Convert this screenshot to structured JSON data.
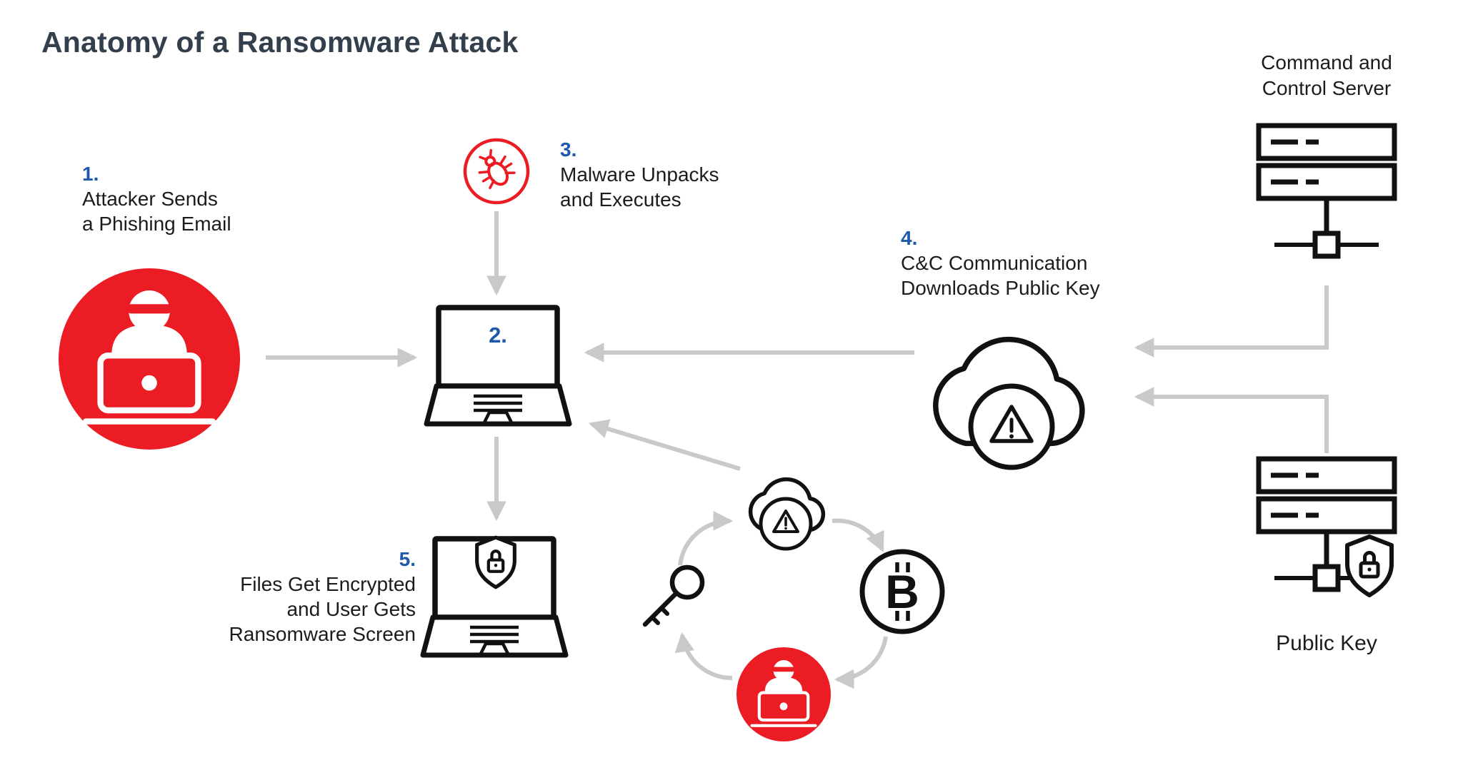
{
  "title": "Anatomy of a Ransomware Attack",
  "steps": {
    "s1": {
      "num": "1.",
      "line1": "Attacker Sends",
      "line2": "a Phishing Email"
    },
    "s2": {
      "num": "2."
    },
    "s3": {
      "num": "3.",
      "line1": "Malware Unpacks",
      "line2": "and Executes"
    },
    "s4": {
      "num": "4.",
      "line1": "C&C Communication",
      "line2": "Downloads Public Key"
    },
    "s5": {
      "num": "5.",
      "line1": "Files Get Encrypted",
      "line2": "and User Gets",
      "line3": "Ransomware Screen"
    }
  },
  "labels": {
    "cc_server_line1": "Command and",
    "cc_server_line2": "Control Server",
    "public_key": "Public Key",
    "bitcoin_symbol": "B"
  },
  "icons": {
    "step1": "attacker-at-laptop-icon",
    "step2": "victim-laptop-icon",
    "step3": "malware-bug-icon",
    "step4": "cloud-warning-icon",
    "cc_server": "server-icon",
    "public_key_server": "server-with-shield-lock-icon",
    "step5": "laptop-with-shield-lock-icon",
    "cycle": [
      "cloud-warning-icon",
      "bitcoin-icon",
      "attacker-at-laptop-icon",
      "key-icon"
    ]
  },
  "colors": {
    "red": "#EC1C24",
    "blue": "#1E5AA9",
    "arrow_gray": "#C9C9C9",
    "ink": "#111111",
    "title": "#333F4D"
  }
}
